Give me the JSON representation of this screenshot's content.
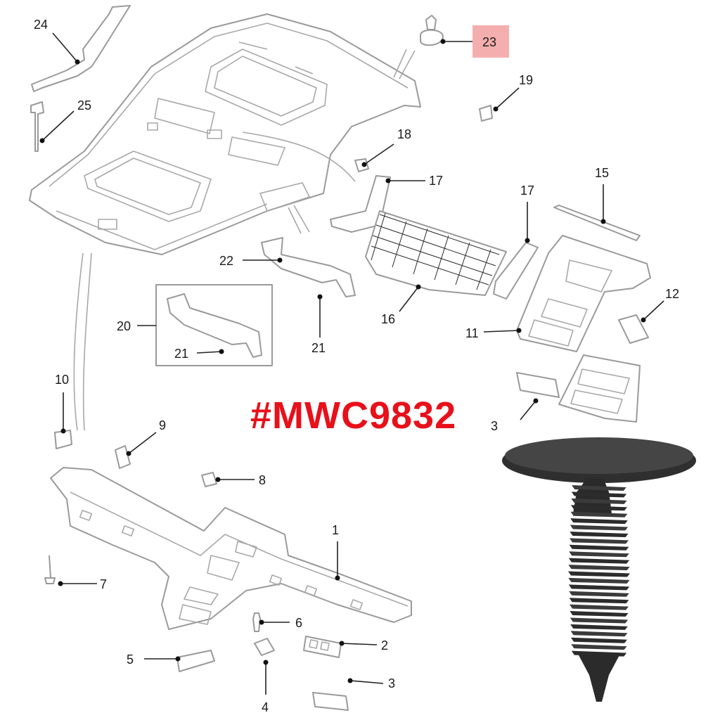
{
  "part_code": "#MWC9832",
  "highlight_color": "#e05555",
  "code_color": "#e8101a",
  "clip_color": "#3b3b3b",
  "callouts": [
    {
      "id": "c1",
      "label": "1"
    },
    {
      "id": "c2",
      "label": "2"
    },
    {
      "id": "c3a",
      "label": "3"
    },
    {
      "id": "c3b",
      "label": "3"
    },
    {
      "id": "c4",
      "label": "4"
    },
    {
      "id": "c5",
      "label": "5"
    },
    {
      "id": "c6",
      "label": "6"
    },
    {
      "id": "c7",
      "label": "7"
    },
    {
      "id": "c8",
      "label": "8"
    },
    {
      "id": "c9",
      "label": "9"
    },
    {
      "id": "c10",
      "label": "10"
    },
    {
      "id": "c11",
      "label": "11"
    },
    {
      "id": "c12",
      "label": "12"
    },
    {
      "id": "c15",
      "label": "15"
    },
    {
      "id": "c16",
      "label": "16"
    },
    {
      "id": "c17a",
      "label": "17"
    },
    {
      "id": "c17b",
      "label": "17"
    },
    {
      "id": "c18",
      "label": "18"
    },
    {
      "id": "c19",
      "label": "19"
    },
    {
      "id": "c20",
      "label": "20"
    },
    {
      "id": "c21a",
      "label": "21"
    },
    {
      "id": "c21b",
      "label": "21"
    },
    {
      "id": "c22",
      "label": "22"
    },
    {
      "id": "c23",
      "label": "23",
      "highlighted": true
    },
    {
      "id": "c24",
      "label": "24"
    },
    {
      "id": "c25",
      "label": "25"
    }
  ]
}
